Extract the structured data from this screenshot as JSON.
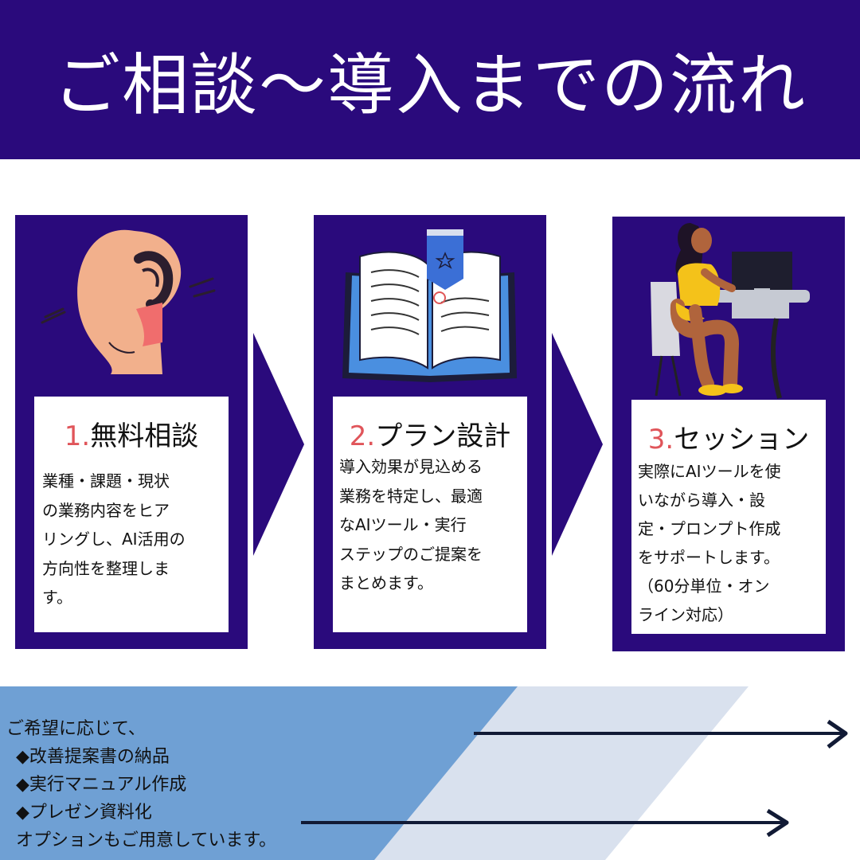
{
  "header": {
    "title": "ご相談〜導入までの流れ"
  },
  "steps": [
    {
      "number": "1.",
      "title": "無料相談",
      "lines": [
        "業種・課題・現状",
        "の業務内容をヒア",
        "リングし、AI活用の",
        "方向性を整理しま",
        "す。"
      ]
    },
    {
      "number": "2.",
      "title": "プラン設計",
      "lines": [
        "導入効果が見込める",
        "業務を特定し、最適",
        "なAIツール・実行",
        "ステップのご提案を",
        "まとめます。"
      ]
    },
    {
      "number": "3.",
      "title": "セッション",
      "lines": [
        "実際にAIツールを使",
        "いながら導入・設",
        "定・プロンプト作成",
        "をサポートします。",
        "（60分単位・オン",
        "ライン対応）"
      ]
    }
  ],
  "footer": {
    "lines": [
      "ご希望に応じて、",
      "◆改善提案書の納品",
      "◆実行マニュアル作成",
      "◆プレゼン資料化",
      "オプションもご用意しています。"
    ]
  },
  "colors": {
    "brand": "#2a0a7c",
    "accent": "#e0555a"
  },
  "icons": [
    "ear-icon",
    "open-book-icon",
    "woman-at-computer-icon",
    "chevron-right-arrow-icon"
  ]
}
